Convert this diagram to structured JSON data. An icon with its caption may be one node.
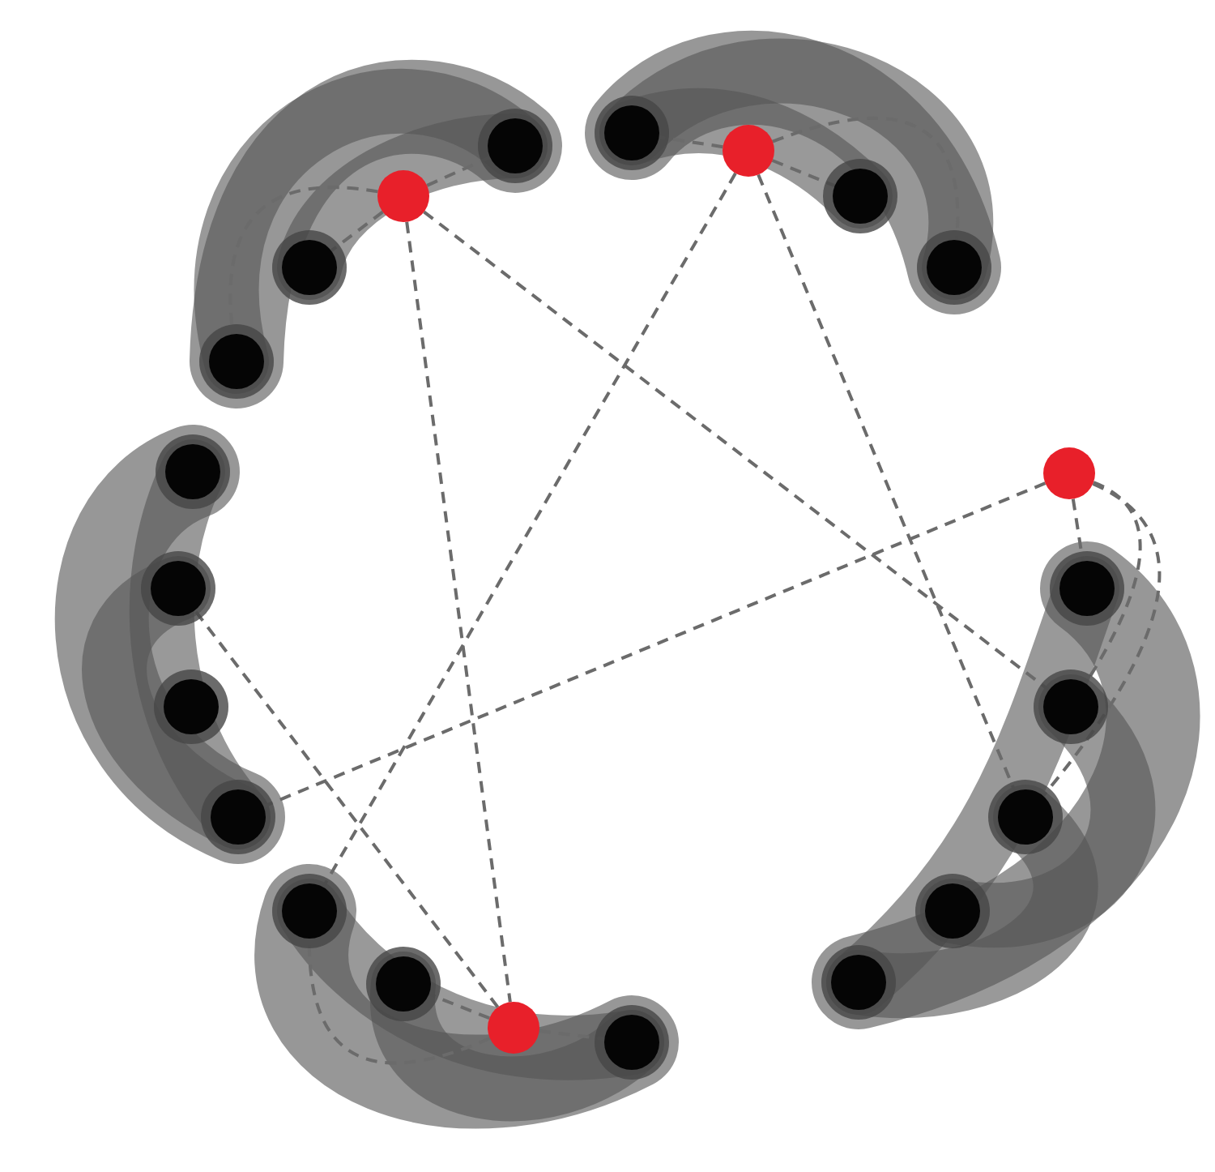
{
  "diagram": {
    "nodes": [
      {
        "text": [],
        "shape": "circle"
      },
      {
        "text": [],
        "shape": "circle"
      },
      {
        "text": [],
        "shape": "circle"
      },
      {
        "text": [],
        "shape": "circle"
      },
      {
        "text": [],
        "shape": "circle"
      },
      {
        "text": [],
        "shape": "circle"
      },
      {
        "text": [],
        "shape": "circle"
      },
      {
        "text": [],
        "shape": "circle"
      },
      {
        "text": [],
        "shape": "circle"
      },
      {
        "text": [],
        "shape": "circle"
      },
      {
        "text": [],
        "shape": "circle"
      },
      {
        "text": [],
        "shape": "circle"
      },
      {
        "text": [],
        "shape": "circle"
      },
      {
        "text": [],
        "shape": "circle"
      },
      {
        "text": [],
        "shape": "circle"
      },
      {
        "text": [],
        "shape": "circle"
      },
      {
        "text": [],
        "shape": "circle"
      },
      {
        "text": [],
        "shape": "circle"
      },
      {
        "text": [],
        "shape": "circle"
      },
      {
        "text": [],
        "shape": "circle"
      },
      {
        "text": [],
        "shape": "circle"
      },
      {
        "text": [],
        "shape": "circle"
      }
    ],
    "edges": [
      {
        "from": 3,
        "to": 1,
        "arrow": "none",
        "style": "dashed"
      },
      {
        "from": 3,
        "to": 5,
        "arrow": "none",
        "style": "dashed"
      },
      {
        "from": 3,
        "to": 7,
        "arrow": "none",
        "style": "dashed"
      },
      {
        "from": 2,
        "to": 0,
        "arrow": "none",
        "style": "dashed"
      },
      {
        "from": 2,
        "to": 4,
        "arrow": "none",
        "style": "dashed"
      },
      {
        "from": 2,
        "to": 6,
        "arrow": "none",
        "style": "dashed"
      },
      {
        "from": 9,
        "to": 11,
        "arrow": "none",
        "style": "dashed"
      },
      {
        "from": 9,
        "to": 13,
        "arrow": "none",
        "style": "dashed"
      },
      {
        "from": 9,
        "to": 15,
        "arrow": "none",
        "style": "dashed"
      },
      {
        "from": 20,
        "to": 21,
        "arrow": "none",
        "style": "dashed"
      },
      {
        "from": 20,
        "to": 18,
        "arrow": "none",
        "style": "dashed"
      },
      {
        "from": 20,
        "to": 16,
        "arrow": "none",
        "style": "dashed"
      },
      {
        "from": 3,
        "to": 20,
        "arrow": "none",
        "style": "dashed"
      },
      {
        "from": 3,
        "to": 13,
        "arrow": "none",
        "style": "dashed"
      },
      {
        "from": 2,
        "to": 16,
        "arrow": "none",
        "style": "dashed"
      },
      {
        "from": 2,
        "to": 15,
        "arrow": "none",
        "style": "dashed"
      },
      {
        "from": 9,
        "to": 14,
        "arrow": "none",
        "style": "dashed"
      },
      {
        "from": 20,
        "to": 10,
        "arrow": "none",
        "style": "dashed"
      }
    ]
  }
}
